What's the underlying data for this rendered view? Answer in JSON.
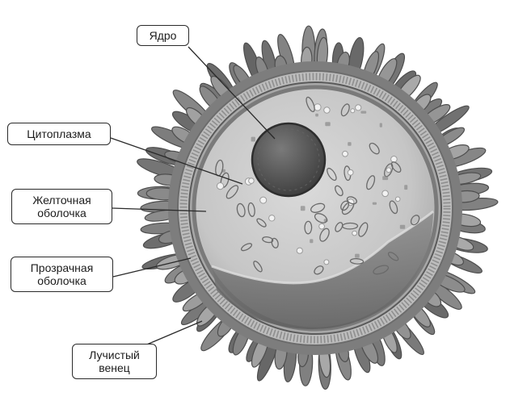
{
  "labels": {
    "nucleus": "Ядро",
    "cytoplasm": "Цитоплазма",
    "vitelline_line1": "Желточная",
    "vitelline_line2": "оболочка",
    "pellucida_line1": "Прозрачная",
    "pellucida_line2": "оболочка",
    "corona_line1": "Лучистый",
    "corona_line2": "венец"
  },
  "palette": {
    "background": "#ffffff",
    "corona": "#8a8a8a",
    "zona": "#bdbdbd",
    "cytoplasm": "#c9c9c9",
    "nucleus": "#5a5a5a",
    "leader_line": "#2a2a2a"
  }
}
